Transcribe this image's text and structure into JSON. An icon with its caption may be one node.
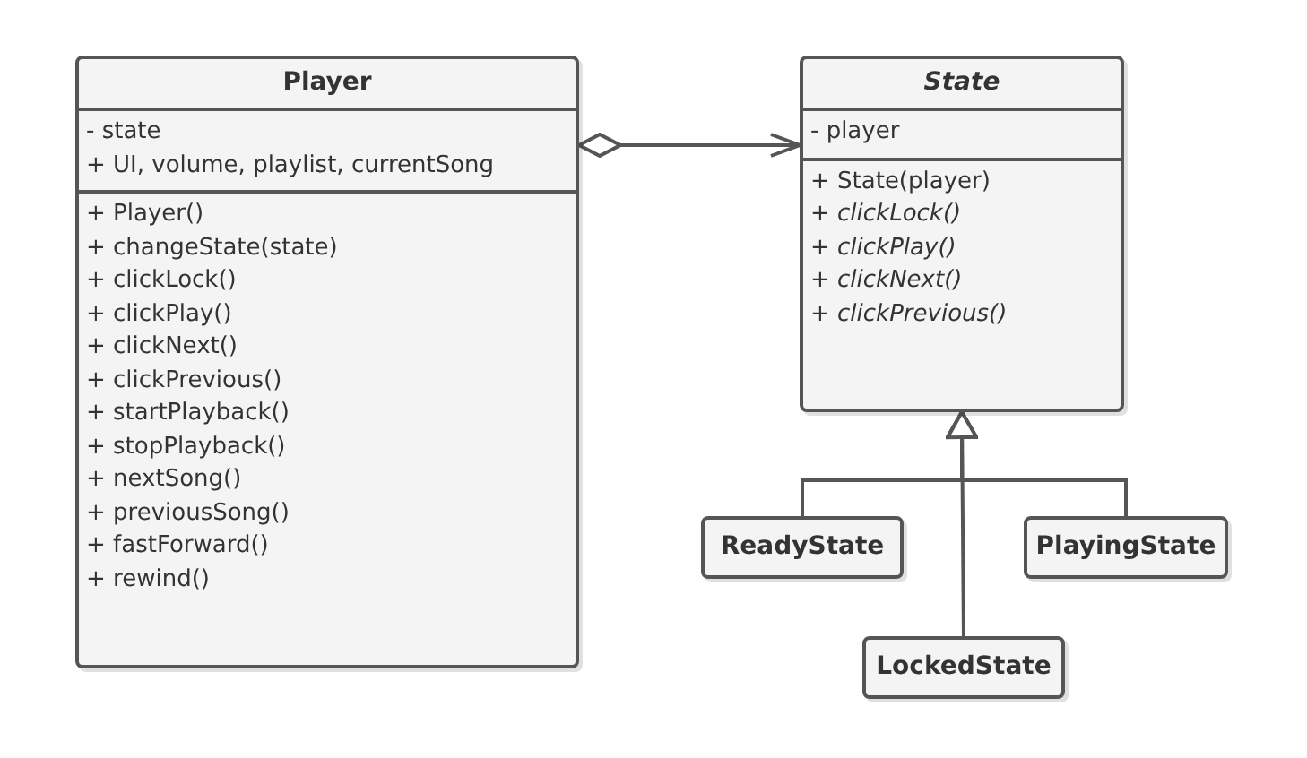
{
  "diagram": {
    "nodes": [
      {
        "text": [
          "Player"
        ]
      },
      {
        "text": [
          "- state",
          "+ UI, volume, playlist, currentSong"
        ],
        "in": 0
      },
      {
        "text": [
          "+ Player()",
          "+ changeState(state)",
          "+ clickLock()",
          "+ clickPlay()",
          "+ clickNext()",
          "+ clickPrevious()",
          "+ startPlayback()",
          "+ stopPlayback()",
          "+ nextSong()",
          "+ previousSong()",
          "+ fastForward()",
          "+ rewind()"
        ],
        "in": 0
      },
      {
        "text": [
          "State"
        ]
      },
      {
        "text": [
          "- player"
        ],
        "in": 3
      },
      {
        "text": [
          "+ State(player)",
          "+ *clickLock()*",
          "+ *clickPlay()*",
          "+ *clickNext()*",
          "+ *clickPrevious()*"
        ],
        "in": 3
      },
      {
        "text": [
          "ReadyState"
        ]
      },
      {
        "text": [
          "PlayingState"
        ]
      },
      {
        "text": [
          "LockedState"
        ]
      }
    ],
    "edges": [
      {
        "from": 0,
        "to": 3,
        "arrow": "to"
      },
      {
        "from": 6,
        "to": 3,
        "arrow": "to"
      },
      {
        "from": 7,
        "to": 3,
        "arrow": "to"
      },
      {
        "from": 8,
        "to": 3,
        "arrow": "to"
      }
    ]
  }
}
